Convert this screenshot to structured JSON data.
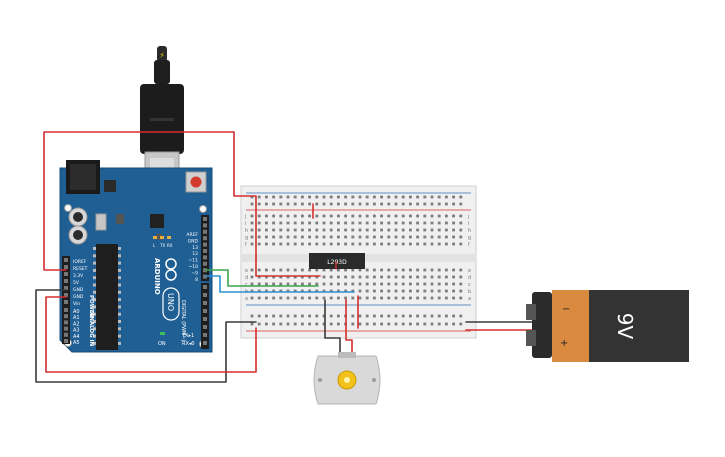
{
  "arduino": {
    "brand": "ARDUINO",
    "model": "UNO",
    "reset_label": "RESET",
    "left_header_labels": [
      "IOREF",
      "RESET",
      "3.3V",
      "5V",
      "GND",
      "GND",
      "Vin"
    ],
    "analog_labels": [
      "A0",
      "A1",
      "A2",
      "A3",
      "A4",
      "A5"
    ],
    "power_label": "POWER",
    "analog_in_label": "ANALOG IN",
    "right_header_labels": [
      "AREF",
      "GND",
      "13",
      "12",
      "~11",
      "~10",
      "~9",
      "8"
    ],
    "digital_label": "DIGITAL (PWM~)",
    "tx_label": "TX▸1",
    "rx_label": "RX◂0",
    "led_labels": [
      "L",
      "TX",
      "RX"
    ],
    "on_label": "ON"
  },
  "breadboard": {
    "chip_label": "L293D",
    "row_letters_top": [
      "j",
      "i",
      "h",
      "g",
      "f"
    ],
    "row_letters_bottom": [
      "e",
      "d",
      "c",
      "b",
      "a"
    ]
  },
  "battery": {
    "voltage_label": "9V",
    "minus_label": "−",
    "plus_label": "+"
  },
  "colors": {
    "wire_red": "#d32f2f",
    "wire_black": "#3a3a3a",
    "wire_green": "#3aa54a",
    "wire_blue": "#2b8fd6",
    "board_blue": "#1f5f94",
    "battery_orange": "#d98a3f",
    "battery_black": "#333333"
  }
}
